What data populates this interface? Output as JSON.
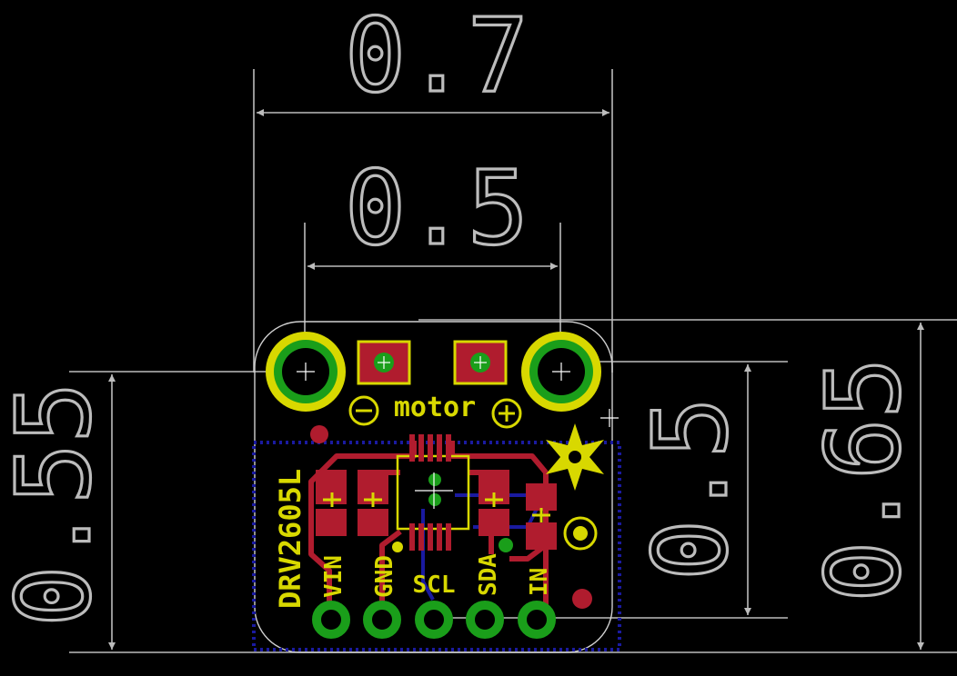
{
  "dimensions": {
    "top_outer": "0.7",
    "top_inner": "0.5",
    "left_height": "0.55",
    "right_inner": "0.5",
    "right_outer": "0.65"
  },
  "board": {
    "part_label": "DRV2605L",
    "motor_label": "motor",
    "minus_symbol": "⊖",
    "plus_symbol": "⊕",
    "pins": [
      "VIN",
      "GND",
      "SCL",
      "SDA",
      "IN"
    ]
  },
  "colors": {
    "background": "#000000",
    "dimension": "#bcbcbc",
    "silkscreen": "#d8d800",
    "copper_top": "#b01c2e",
    "copper_bottom": "#1a1aa0",
    "pad": "#1a9e1a",
    "outline": "#d0d0d0"
  }
}
